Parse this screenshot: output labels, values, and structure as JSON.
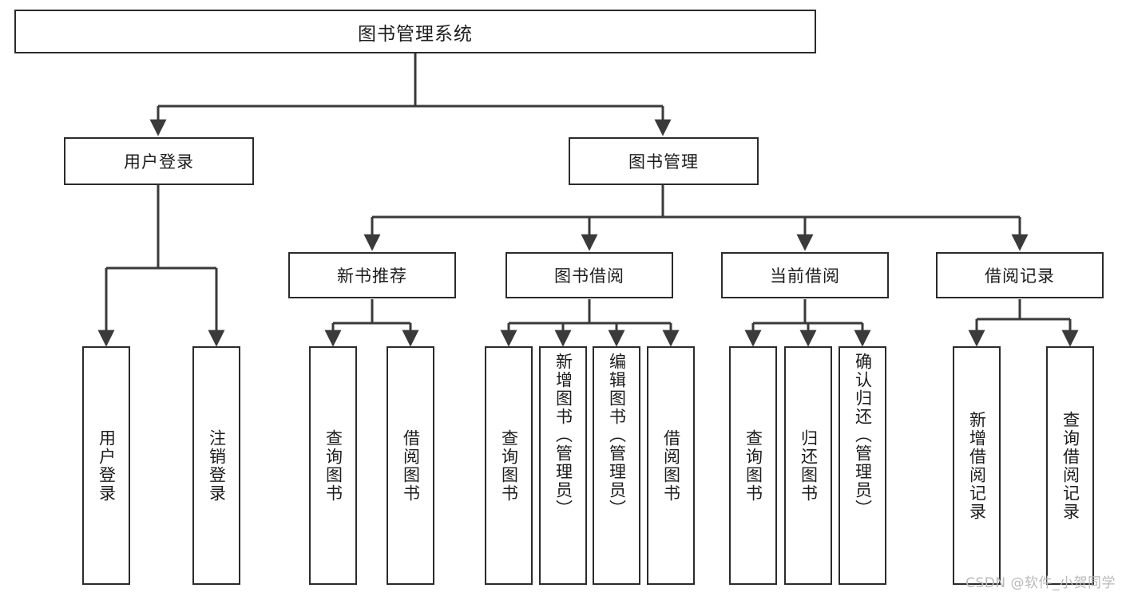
{
  "diagram": {
    "title": "图书管理系统",
    "type": "tree-hierarchy-chart",
    "orientation": "top-down",
    "colors": {
      "border": "#2b2b2b",
      "fill": "#ffffff",
      "text": "#1c1c1c",
      "edge": "#3a3a3a",
      "watermark": "#b9b9b9"
    }
  },
  "nodes": {
    "root": {
      "label": "图书管理系统"
    },
    "level2": [
      {
        "id": "user-login",
        "label": "用户登录"
      },
      {
        "id": "book-manage",
        "label": "图书管理"
      }
    ],
    "level3": [
      {
        "id": "new-book-recommend",
        "label": "新书推荐"
      },
      {
        "id": "book-borrow",
        "label": "图书借阅"
      },
      {
        "id": "current-borrow",
        "label": "当前借阅"
      },
      {
        "id": "borrow-record",
        "label": "借阅记录"
      }
    ],
    "leaves": {
      "user_login": [
        {
          "id": "leaf-user-login",
          "label": "用户登录"
        },
        {
          "id": "leaf-logout-login",
          "label": "注销登录"
        }
      ],
      "new_book_recommend": [
        {
          "id": "leaf-query-book-1",
          "label": "查询图书"
        },
        {
          "id": "leaf-borrow-book-1",
          "label": "借阅图书"
        }
      ],
      "book_borrow": [
        {
          "id": "leaf-query-book-2",
          "label": "查询图书"
        },
        {
          "id": "leaf-add-book",
          "label": "新增图书（管理员）"
        },
        {
          "id": "leaf-edit-book",
          "label": "编辑图书（管理员）"
        },
        {
          "id": "leaf-borrow-book-2",
          "label": "借阅图书"
        }
      ],
      "current_borrow": [
        {
          "id": "leaf-query-book-3",
          "label": "查询图书"
        },
        {
          "id": "leaf-return-book",
          "label": "归还图书"
        },
        {
          "id": "leaf-confirm-return",
          "label": "确认归还（管理员）"
        }
      ],
      "borrow_record": [
        {
          "id": "leaf-add-borrow-record",
          "label": "新增借阅记录"
        },
        {
          "id": "leaf-query-borrow-record",
          "label": "查询借阅记录"
        }
      ]
    }
  },
  "watermark": {
    "text": "CSDN @软件_小贺同学"
  }
}
